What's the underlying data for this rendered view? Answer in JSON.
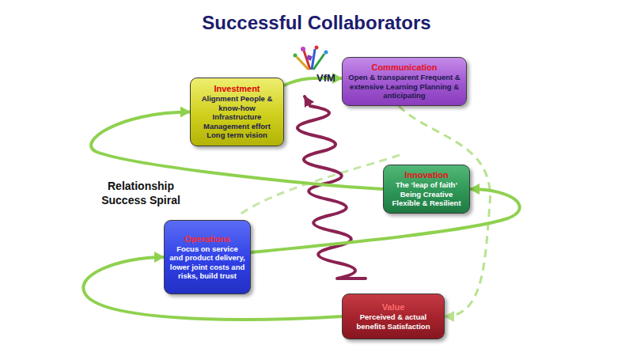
{
  "diagram": {
    "title": "Successful Collaborators",
    "nodes": [
      {
        "text": [
          "Investment",
          "Alignment People & know-how Infrastructure Management effort Long term vision"
        ]
      },
      {
        "text": [
          "Communication",
          "Open & transparent Frequent & extensive Learning Planning & anticipating"
        ]
      },
      {
        "text": [
          "Innovation",
          "The ‘leap of faith’ Being Creative Flexible & Resilient"
        ]
      },
      {
        "text": [
          "Operations",
          "Focus on service and product delivery, lower joint costs and risks, build trust"
        ]
      },
      {
        "text": [
          "Value",
          "Perceived & actual benefits Satisfaction"
        ]
      }
    ],
    "edges": [
      {
        "from": 0,
        "to": 1,
        "arrow": "to"
      },
      {
        "from": 1,
        "to": 4,
        "arrow": "to"
      },
      {
        "from": 4,
        "to": 3,
        "arrow": "to"
      },
      {
        "from": 3,
        "to": 2,
        "arrow": "to"
      },
      {
        "from": 2,
        "to": 0,
        "arrow": "to"
      }
    ],
    "labels": [
      "Relationship Success Spiral",
      "VfM"
    ]
  }
}
